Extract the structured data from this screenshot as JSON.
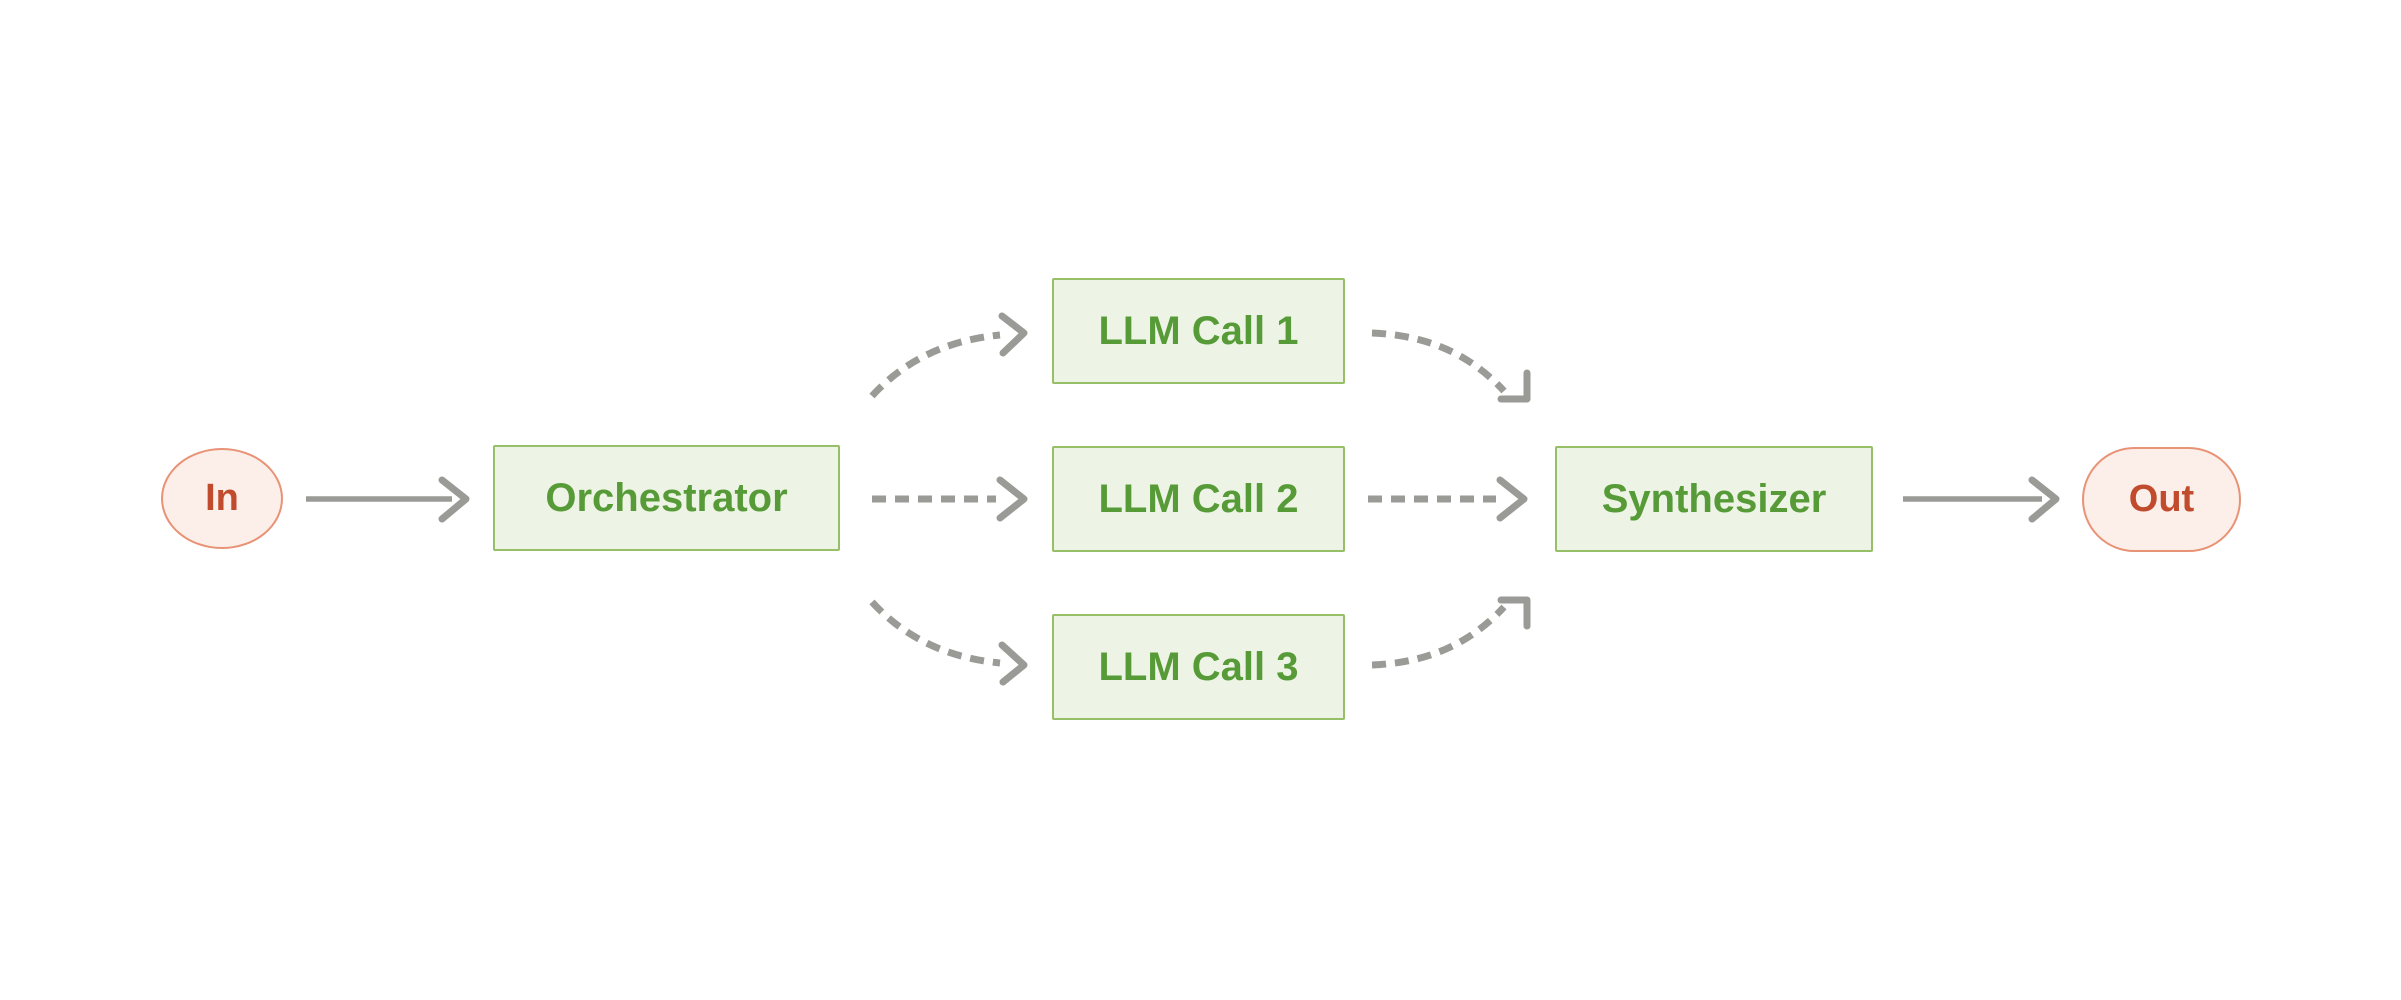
{
  "diagram": {
    "type": "flowchart",
    "nodes": {
      "in": {
        "label": "In"
      },
      "orchestrator": {
        "label": "Orchestrator"
      },
      "llm_call_1": {
        "label": "LLM Call 1"
      },
      "llm_call_2": {
        "label": "LLM Call 2"
      },
      "llm_call_3": {
        "label": "LLM Call 3"
      },
      "synthesizer": {
        "label": "Synthesizer"
      },
      "out": {
        "label": "Out"
      }
    },
    "edges": [
      {
        "from": "In",
        "to": "Orchestrator",
        "style": "solid"
      },
      {
        "from": "Orchestrator",
        "to": "LLM Call 1",
        "style": "dashed-curved"
      },
      {
        "from": "Orchestrator",
        "to": "LLM Call 2",
        "style": "dashed-straight"
      },
      {
        "from": "Orchestrator",
        "to": "LLM Call 3",
        "style": "dashed-curved"
      },
      {
        "from": "LLM Call 1",
        "to": "Synthesizer",
        "style": "dashed-curved"
      },
      {
        "from": "LLM Call 2",
        "to": "Synthesizer",
        "style": "dashed-straight"
      },
      {
        "from": "LLM Call 3",
        "to": "Synthesizer",
        "style": "dashed-curved"
      },
      {
        "from": "Synthesizer",
        "to": "Out",
        "style": "solid"
      }
    ],
    "colors": {
      "background": "#FFFFFF",
      "process_node_fill": "#EEF4E5",
      "process_node_border": "#96BF68",
      "process_node_text": "#579B38",
      "terminal_node_fill": "#FCEEE8",
      "terminal_node_border": "#E89276",
      "terminal_node_text": "#C14B2D",
      "arrow": "#9A9A96"
    }
  }
}
